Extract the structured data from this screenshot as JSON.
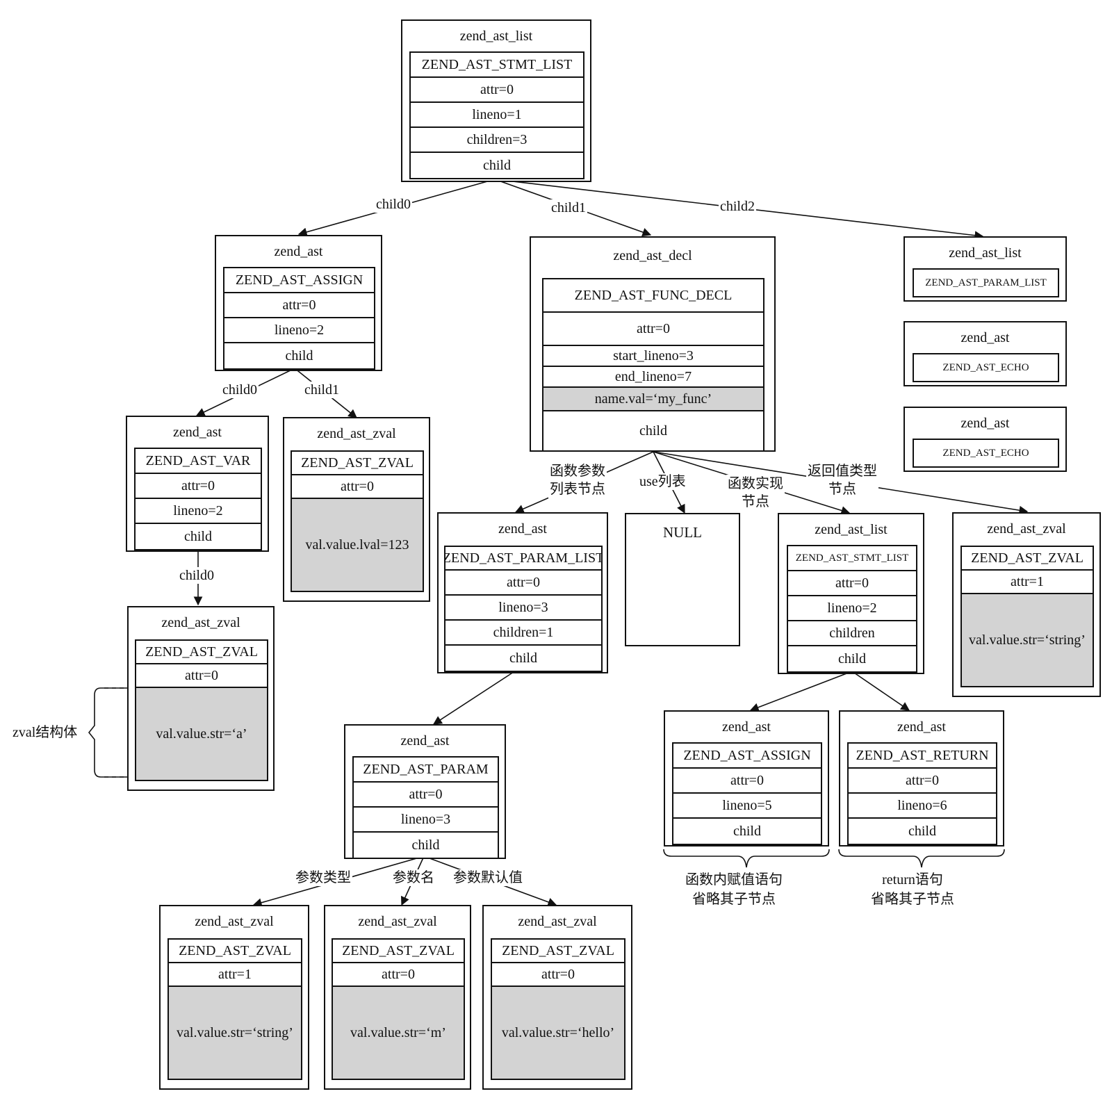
{
  "nodes": [
    {
      "id": "root",
      "title": "zend_ast_list",
      "fields": [
        {
          "text": "ZEND_AST_STMT_LIST"
        },
        {
          "text": "attr=0"
        },
        {
          "text": "lineno=1"
        },
        {
          "text": "children=3"
        },
        {
          "text": "child"
        }
      ]
    },
    {
      "id": "assign",
      "title": "zend_ast",
      "fields": [
        {
          "text": "ZEND_AST_ASSIGN"
        },
        {
          "text": "attr=0"
        },
        {
          "text": "lineno=2"
        },
        {
          "text": "child"
        }
      ]
    },
    {
      "id": "funcdecl",
      "title": "zend_ast_decl",
      "fields": [
        {
          "text": "ZEND_AST_FUNC_DECL"
        },
        {
          "text": "attr=0"
        },
        {
          "text": "start_lineno=3"
        },
        {
          "text": "end_lineno=7"
        },
        {
          "text": "name.val=‘my_func’",
          "shade": "gray"
        },
        {
          "text": "child"
        }
      ]
    },
    {
      "id": "paramlist_r",
      "title": "zend_ast_list",
      "fields": [
        {
          "text": "ZEND_AST_PARAM_LIST",
          "size": "small"
        }
      ]
    },
    {
      "id": "echo1",
      "title": "zend_ast",
      "fields": [
        {
          "text": "ZEND_AST_ECHO",
          "size": "small"
        }
      ]
    },
    {
      "id": "echo2",
      "title": "zend_ast",
      "fields": [
        {
          "text": "ZEND_AST_ECHO",
          "size": "small"
        }
      ]
    },
    {
      "id": "var",
      "title": "zend_ast",
      "fields": [
        {
          "text": "ZEND_AST_VAR"
        },
        {
          "text": "attr=0"
        },
        {
          "text": "lineno=2"
        },
        {
          "text": "child"
        }
      ]
    },
    {
      "id": "zval123",
      "title": "zend_ast_zval",
      "fields": [
        {
          "text": "ZEND_AST_ZVAL"
        },
        {
          "text": "attr=0"
        },
        {
          "text": "val.value.lval=123",
          "shade": "gray"
        }
      ]
    },
    {
      "id": "zvala",
      "title": "zend_ast_zval",
      "fields": [
        {
          "text": "ZEND_AST_ZVAL"
        },
        {
          "text": "attr=0"
        },
        {
          "text": "val.value.str=‘a’",
          "shade": "gray"
        }
      ]
    },
    {
      "id": "paramlist",
      "title": "zend_ast",
      "fields": [
        {
          "text": "ZEND_AST_PARAM_LIST"
        },
        {
          "text": "attr=0"
        },
        {
          "text": "lineno=3"
        },
        {
          "text": "children=1"
        },
        {
          "text": "child"
        }
      ]
    },
    {
      "id": "stmtlist",
      "title": "zend_ast_list",
      "fields": [
        {
          "text": "ZEND_AST_STMT_LIST",
          "size": "small"
        },
        {
          "text": "attr=0"
        },
        {
          "text": "lineno=2"
        },
        {
          "text": "children"
        },
        {
          "text": "child"
        }
      ]
    },
    {
      "id": "retzval",
      "title": "zend_ast_zval",
      "fields": [
        {
          "text": "ZEND_AST_ZVAL"
        },
        {
          "text": "attr=1"
        },
        {
          "text": "val.value.str=‘string’",
          "shade": "gray"
        }
      ]
    },
    {
      "id": "param",
      "title": "zend_ast",
      "fields": [
        {
          "text": "ZEND_AST_PARAM"
        },
        {
          "text": "attr=0"
        },
        {
          "text": "lineno=3"
        },
        {
          "text": "child"
        }
      ]
    },
    {
      "id": "assign2",
      "title": "zend_ast",
      "fields": [
        {
          "text": "ZEND_AST_ASSIGN"
        },
        {
          "text": "attr=0"
        },
        {
          "text": "lineno=5"
        },
        {
          "text": "child"
        }
      ]
    },
    {
      "id": "return",
      "title": "zend_ast",
      "fields": [
        {
          "text": "ZEND_AST_RETURN"
        },
        {
          "text": "attr=0"
        },
        {
          "text": "lineno=6"
        },
        {
          "text": "child"
        }
      ]
    },
    {
      "id": "ptype",
      "title": "zend_ast_zval",
      "fields": [
        {
          "text": "ZEND_AST_ZVAL"
        },
        {
          "text": "attr=1"
        },
        {
          "text": "val.value.str=‘string’",
          "shade": "gray"
        }
      ]
    },
    {
      "id": "pname",
      "title": "zend_ast_zval",
      "fields": [
        {
          "text": "ZEND_AST_ZVAL"
        },
        {
          "text": "attr=0"
        },
        {
          "text": "val.value.str=‘m’",
          "shade": "gray"
        }
      ]
    },
    {
      "id": "pdefault",
      "title": "zend_ast_zval",
      "fields": [
        {
          "text": "ZEND_AST_ZVAL"
        },
        {
          "text": "attr=0"
        },
        {
          "text": "val.value.str=‘hello’",
          "shade": "gray"
        }
      ]
    }
  ],
  "null_node": {
    "label": "NULL"
  },
  "edge_labels": {
    "root_child0": "child0",
    "root_child1": "child1",
    "root_child2": "child2",
    "assign_child0": "child0",
    "assign_child1": "child1",
    "var_child0": "child0",
    "func_params": "函数参数\n列表节点",
    "func_use": "use列表",
    "func_body": "函数实现\n节点",
    "func_return": "返回值类型\n节点",
    "param_type": "参数类型",
    "param_name": "参数名",
    "param_default": "参数默认值"
  },
  "notes": {
    "zval_struct": "zval结构体",
    "assign_note": "函数内赋值语句\n省略其子节点",
    "return_note": "return语句\n省略其子节点"
  }
}
